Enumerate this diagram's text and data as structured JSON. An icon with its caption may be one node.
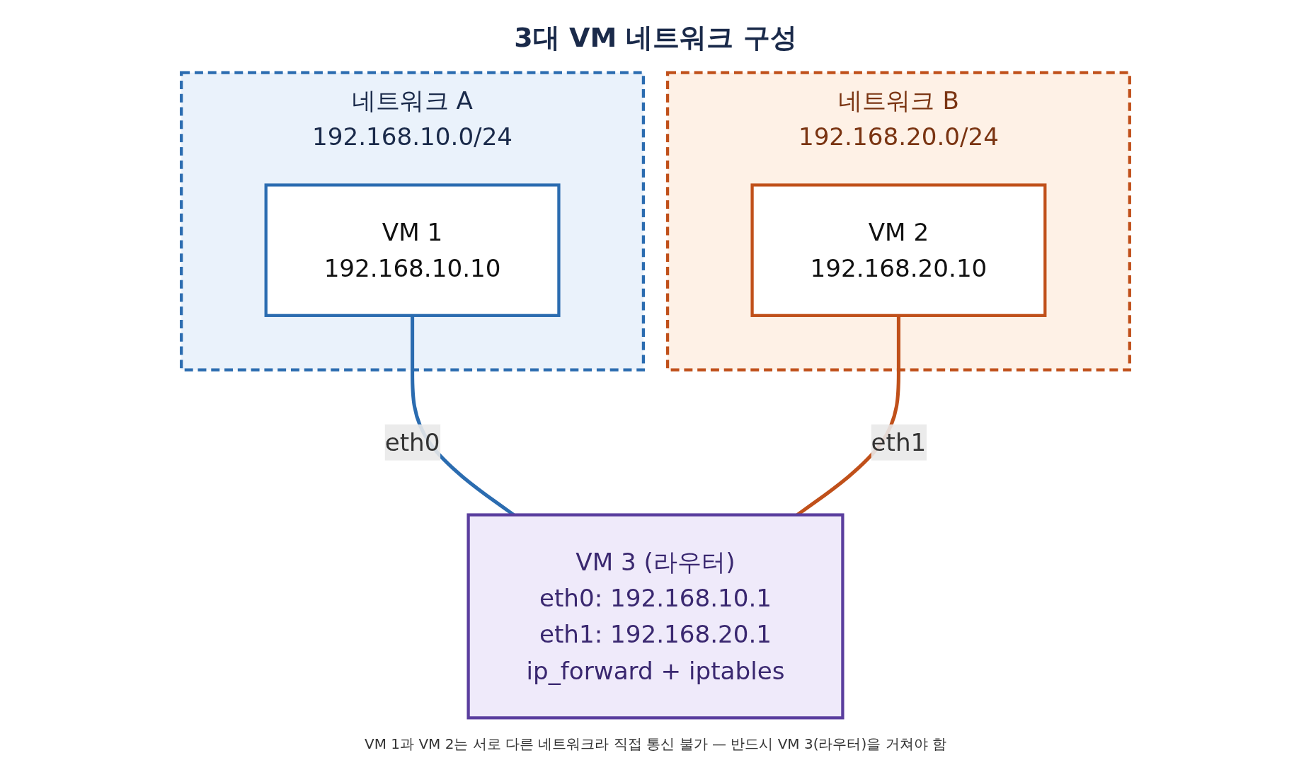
{
  "diagram": {
    "title": "3대 VM 네트워크 구성",
    "caption": "VM 1과 VM 2는 서로 다른 네트워크라 직접 통신 불가 — 반드시 VM 3(라우터)을 거쳐야 함",
    "nodes": [
      {
        "text": [
          "네트워크 A",
          "192.168.10.0/24"
        ]
      },
      {
        "text": [
          "VM 1",
          "192.168.10.10"
        ],
        "in": 0
      },
      {
        "text": [
          "네트워크 B",
          "192.168.20.0/24"
        ]
      },
      {
        "text": [
          "VM 2",
          "192.168.20.10"
        ],
        "in": 2
      },
      {
        "text": [
          "VM 3 (라우터)",
          "eth0: 192.168.10.1",
          "eth1: 192.168.20.1",
          "ip_forward + iptables"
        ]
      }
    ],
    "edges": [
      {
        "from": 1,
        "to": 4,
        "arrow": "none",
        "label": "eth0",
        "color": "#2b6cb0"
      },
      {
        "from": 3,
        "to": 4,
        "arrow": "none",
        "label": "eth1",
        "color": "#c0501a"
      }
    ]
  }
}
